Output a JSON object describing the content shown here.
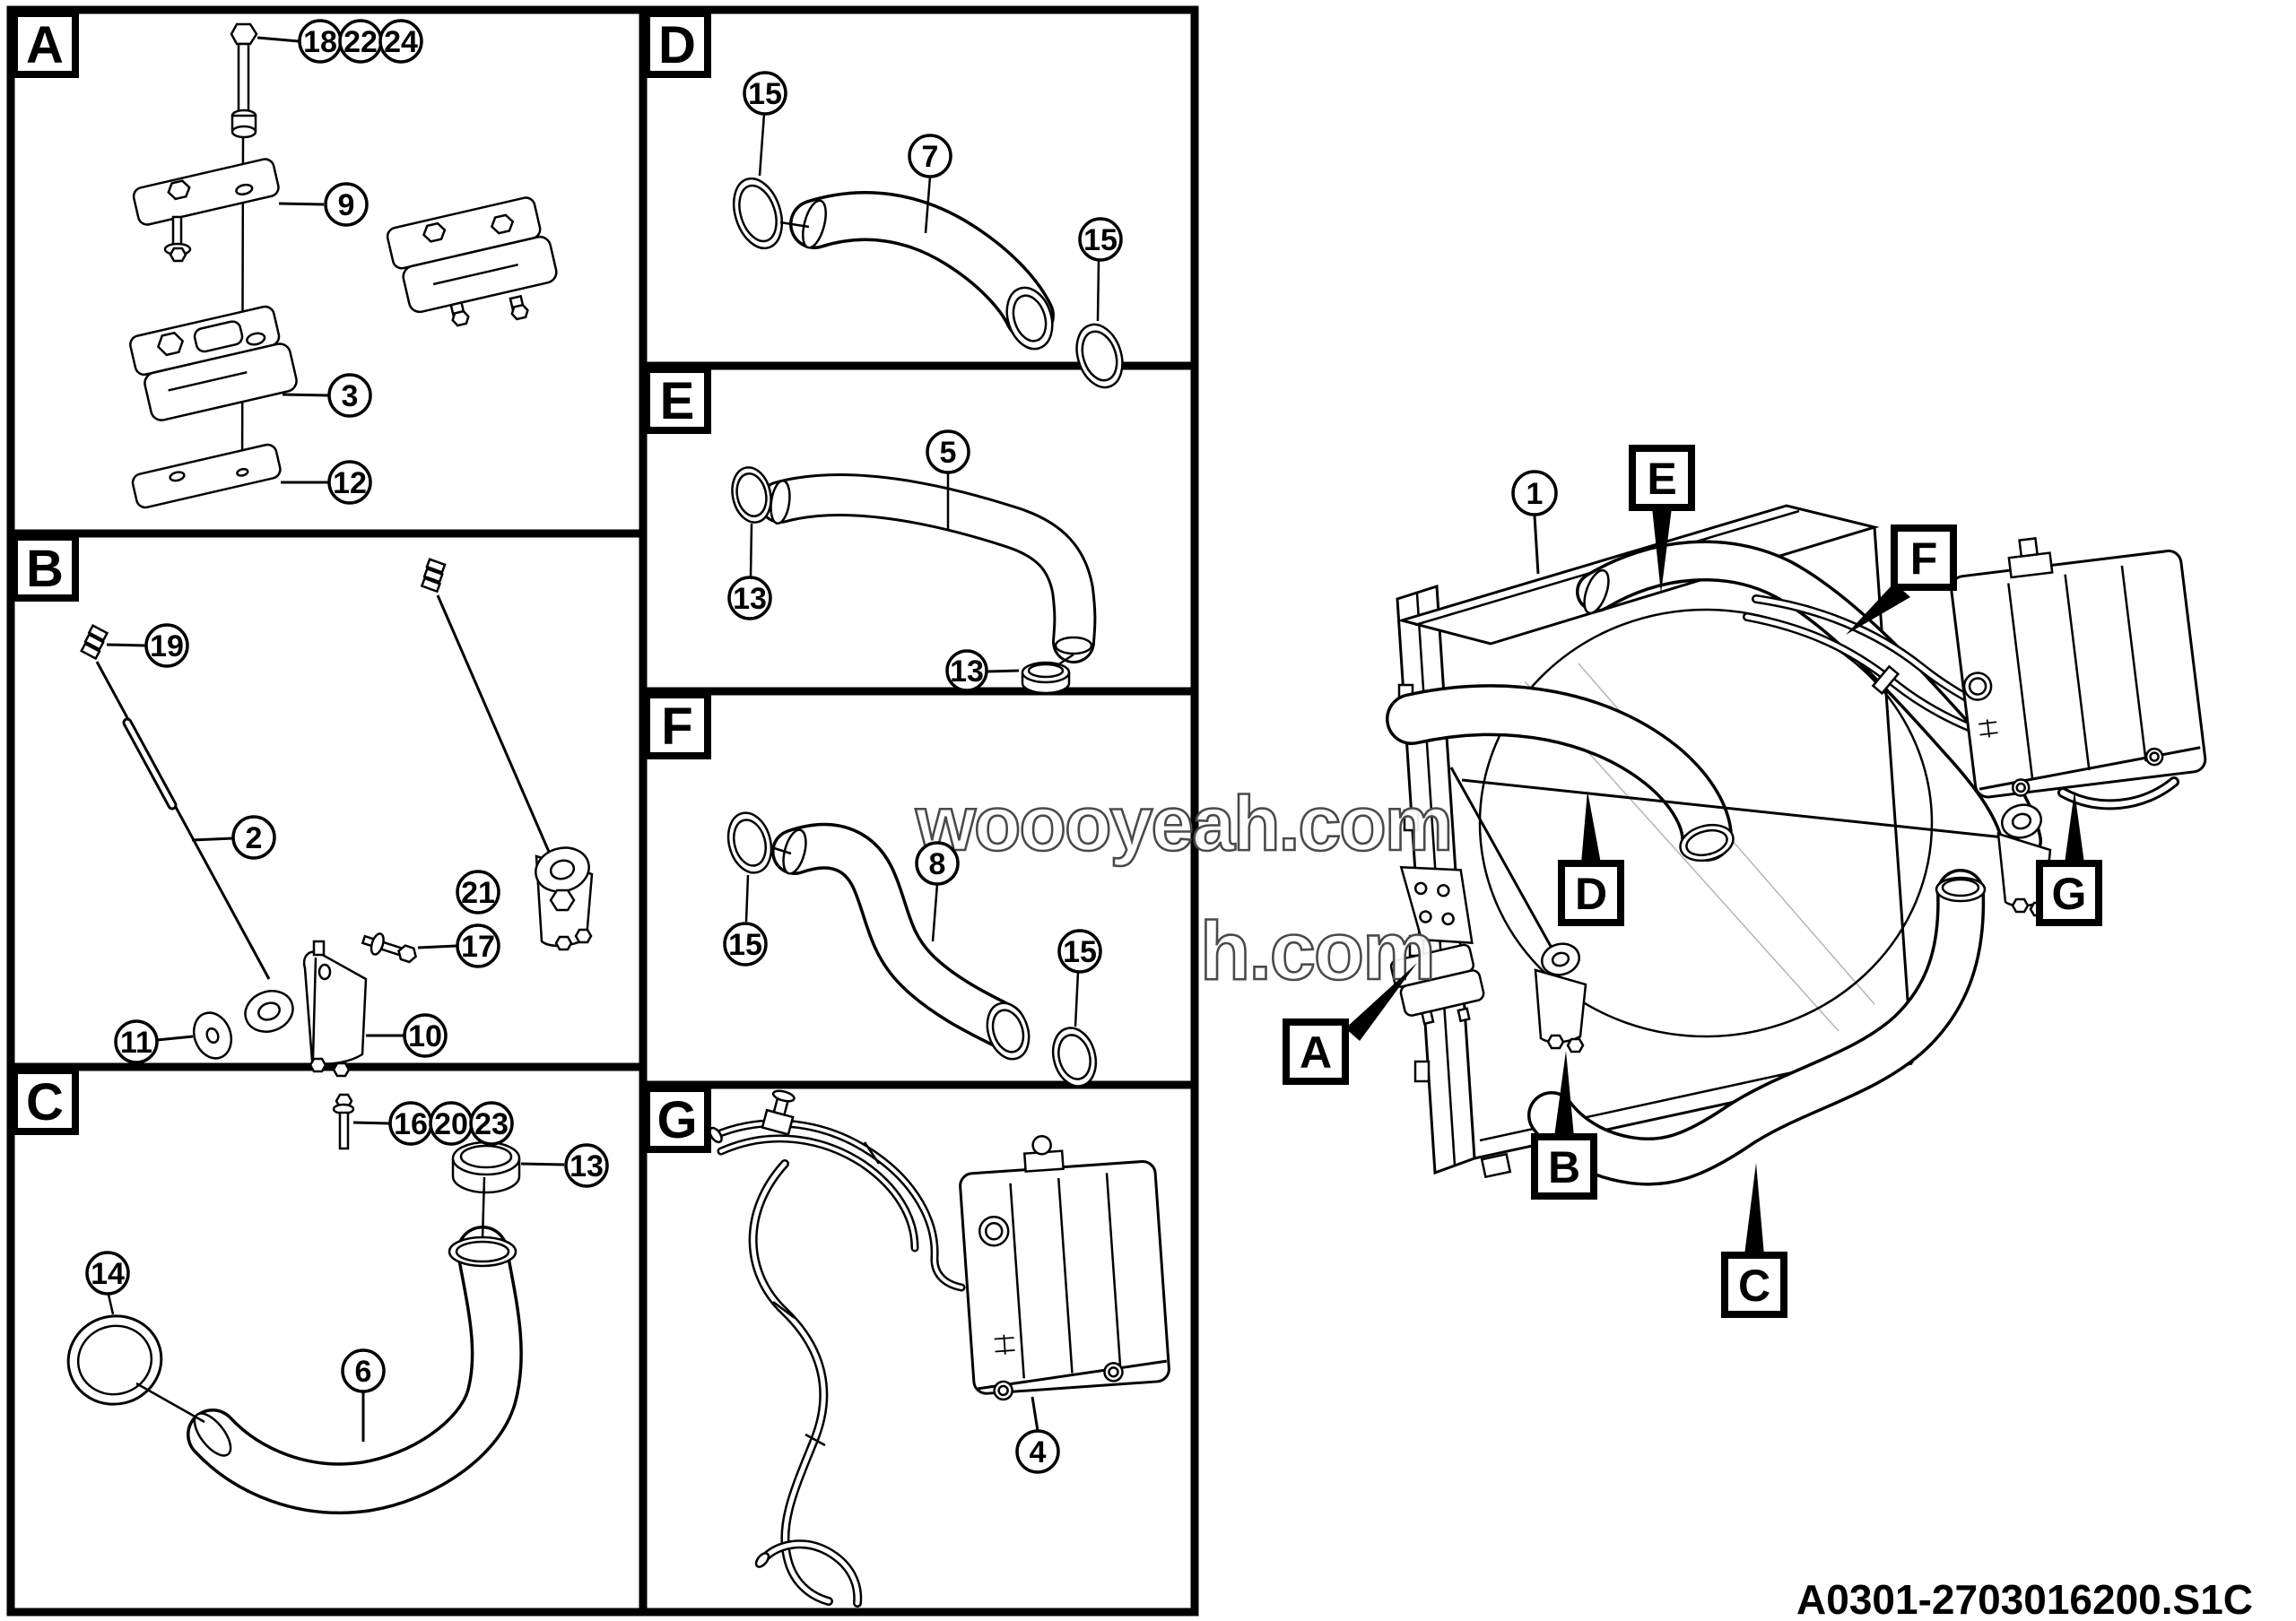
{
  "doc_code": "A0301-2703016200.S1C",
  "watermarks": {
    "primary": "woooyeah.com",
    "secondary": "h.com"
  },
  "panels": {
    "a": {
      "label": "A",
      "callout_18": "18",
      "callout_22": "22",
      "callout_24": "24",
      "callout_9": "9",
      "callout_3": "3",
      "callout_12": "12"
    },
    "b": {
      "label": "B",
      "callout_19": "19",
      "callout_2": "2",
      "callout_21": "21",
      "callout_17": "17",
      "callout_11": "11",
      "callout_10": "10",
      "callout_16": "16",
      "callout_20": "20",
      "callout_23": "23"
    },
    "c": {
      "label": "C",
      "callout_13": "13",
      "callout_14": "14",
      "callout_6": "6"
    },
    "d": {
      "label": "D",
      "callout_15_left": "15",
      "callout_7": "7",
      "callout_15_right": "15"
    },
    "e": {
      "label": "E",
      "callout_13_left": "13",
      "callout_5": "5",
      "callout_13_bottom": "13"
    },
    "f": {
      "label": "F",
      "callout_15_left": "15",
      "callout_8": "8",
      "callout_15_right": "15"
    },
    "g": {
      "label": "G",
      "callout_4": "4"
    }
  },
  "main_view": {
    "callout_1": "1",
    "label_a": "A",
    "label_b": "B",
    "label_c": "C",
    "label_d": "D",
    "label_e": "E",
    "label_f": "F",
    "label_g": "G"
  }
}
